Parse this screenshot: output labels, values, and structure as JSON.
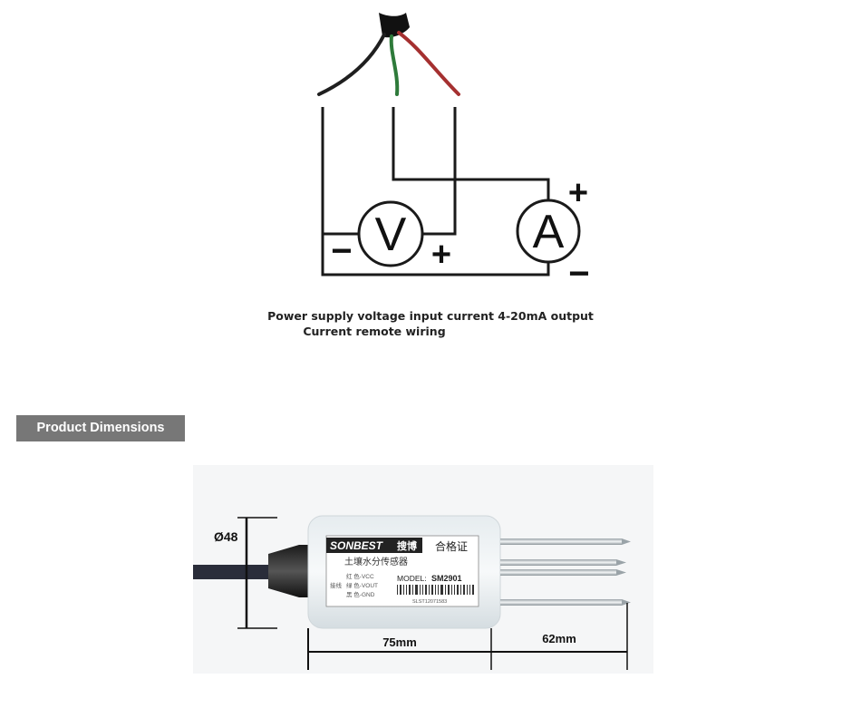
{
  "wiring": {
    "voltmeter_symbol": "V",
    "ammeter_symbol": "A",
    "voltmeter_minus": "−",
    "voltmeter_plus": "+",
    "ammeter_plus": "+",
    "ammeter_minus": "−",
    "caption_line1": "Power supply voltage input current 4-20mA output",
    "caption_line2": "Current remote wiring",
    "wire_colors": {
      "black": "#1f1f1f",
      "green": "#2e7a3a",
      "red": "#a53030"
    }
  },
  "section": {
    "title": "Product Dimensions"
  },
  "product": {
    "diameter_label": "Ø48",
    "body_length_label": "75mm",
    "probe_length_label": "62mm",
    "label_brand": "SONBEST",
    "label_brand_cn": "搜博",
    "label_cert": "合格证",
    "label_product_cn": "土壤水分传感器",
    "label_model_prefix": "MODEL:",
    "label_model": "SM2901",
    "label_wiring_title": "接线",
    "label_wire1": "红 色-VCC",
    "label_wire2": "绿 色-VOUT",
    "label_wire3": "黑 色-GND",
    "label_serial": "SLST12071583"
  }
}
